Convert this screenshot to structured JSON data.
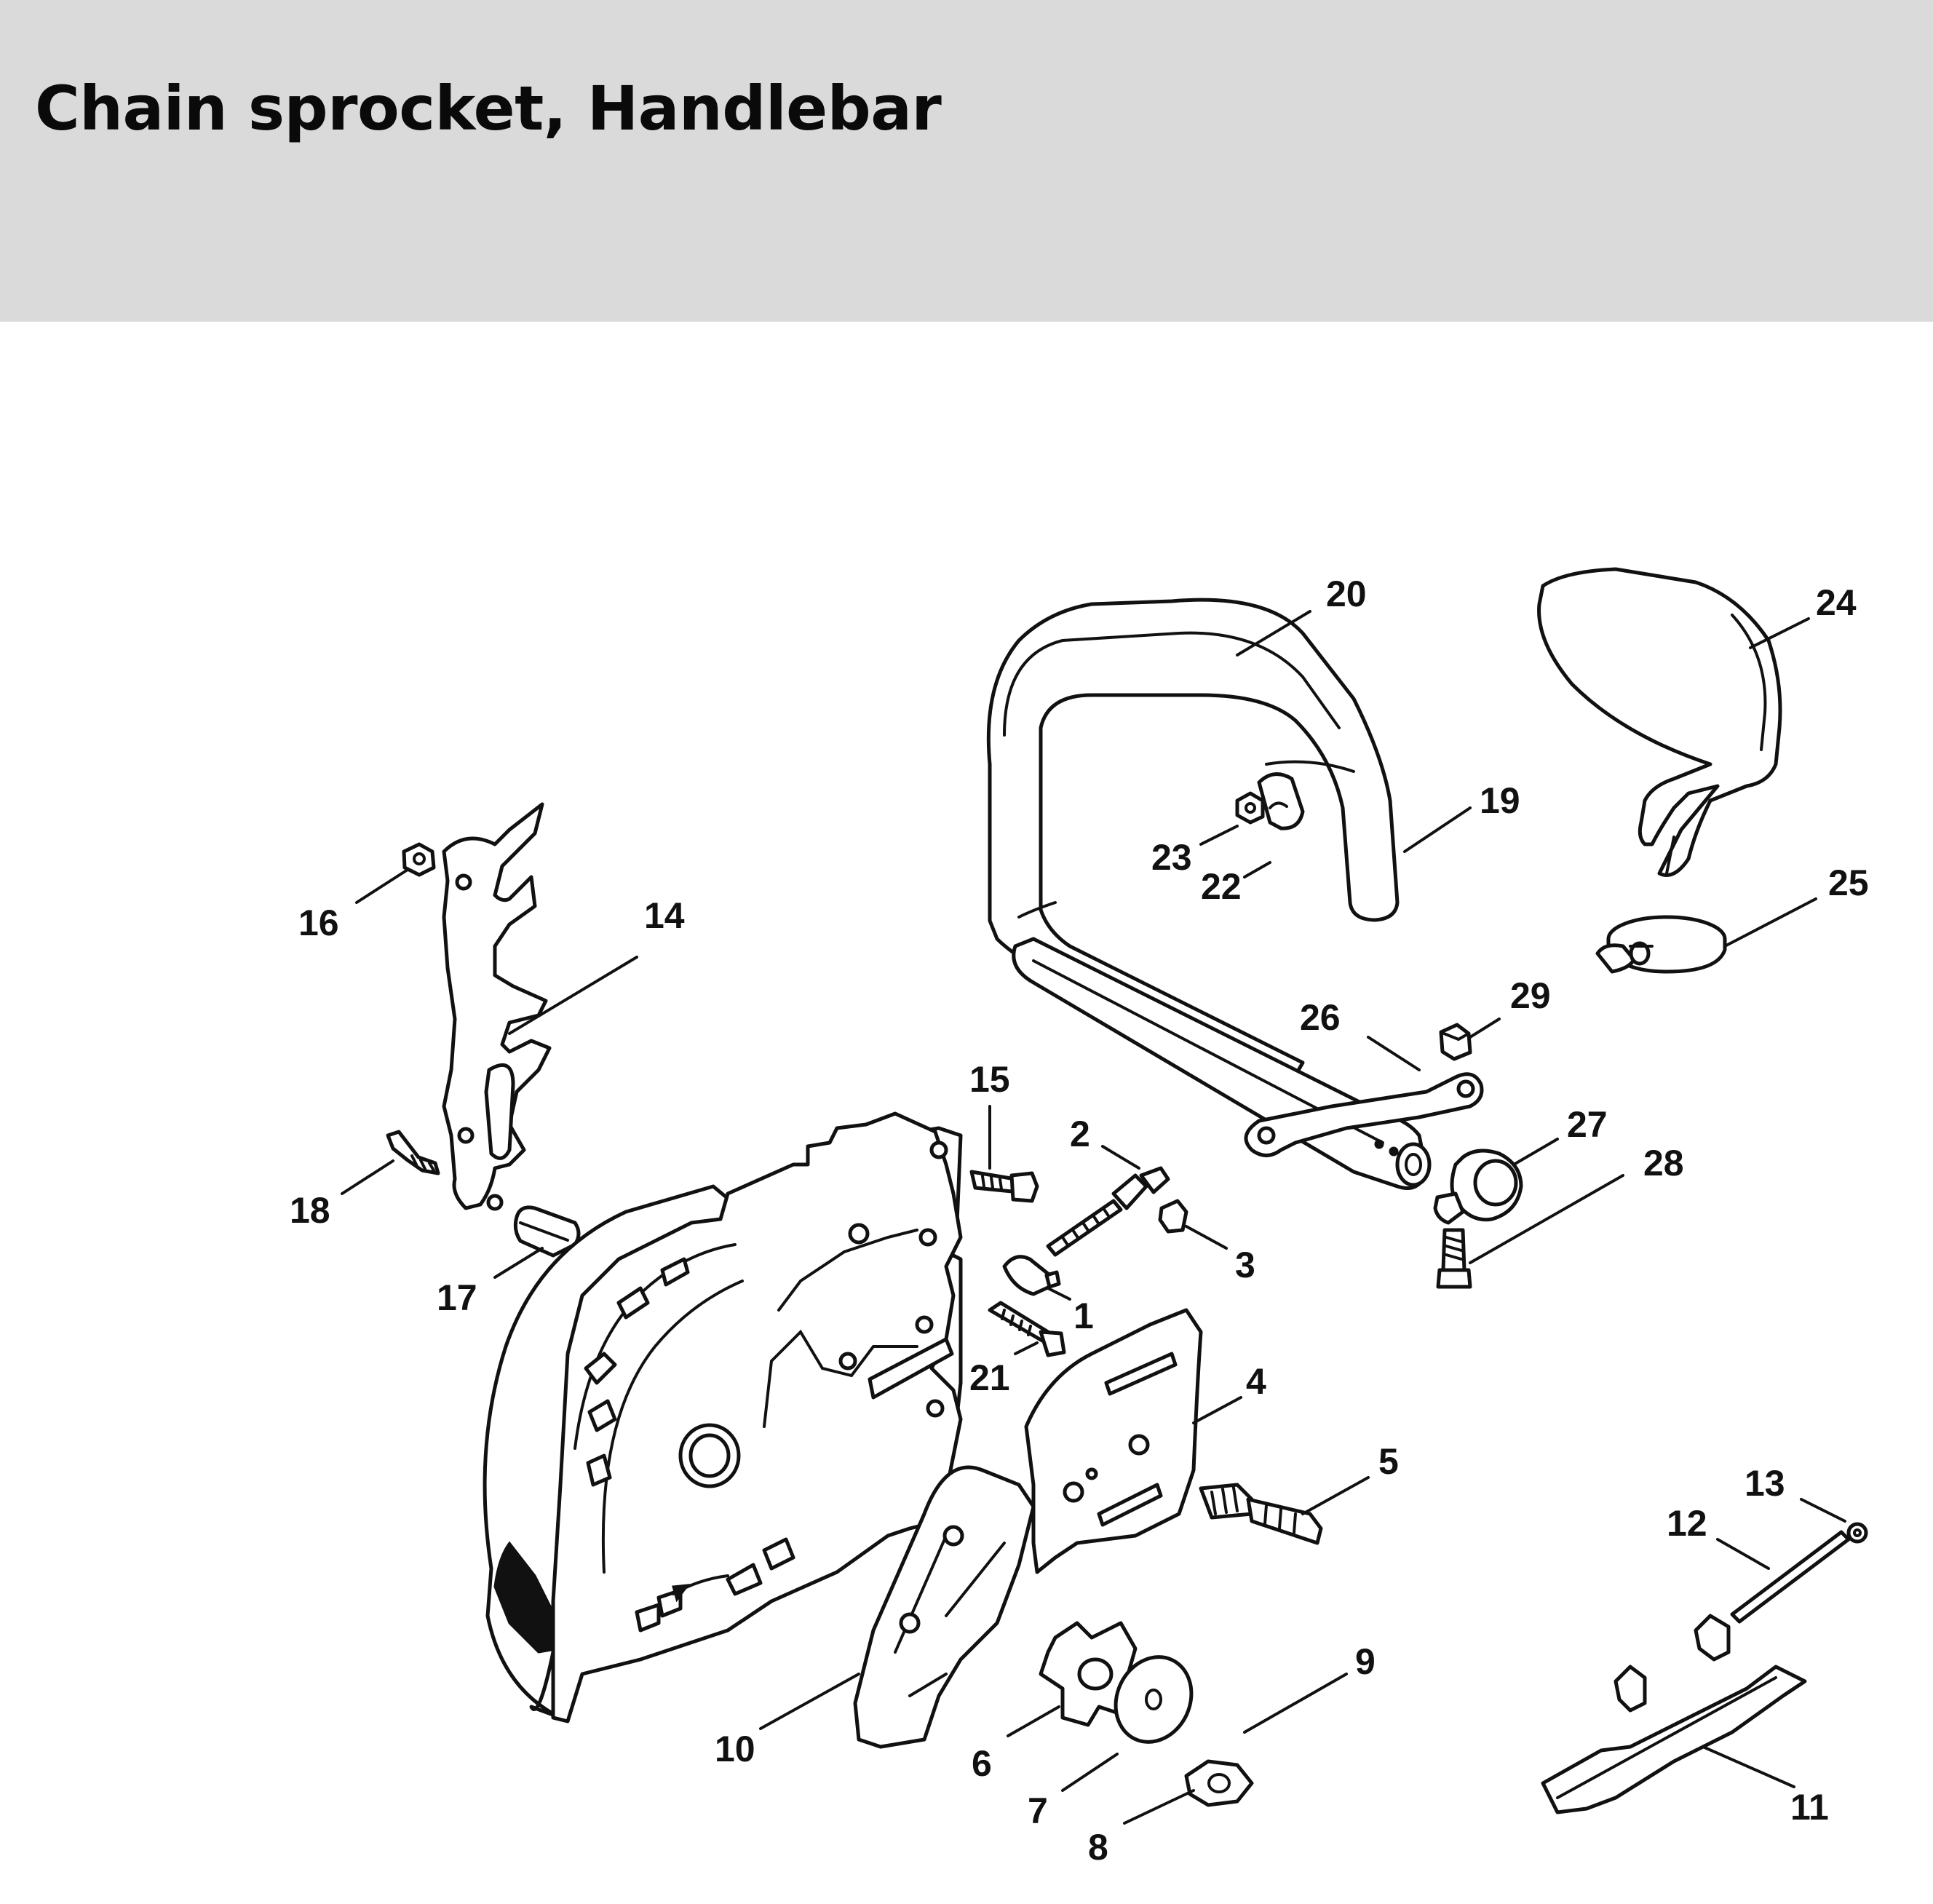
{
  "title": "Chain sprocket, Handlebar",
  "callouts": {
    "c1": "1",
    "c2": "2",
    "c3": "3",
    "c4": "4",
    "c5": "5",
    "c6": "6",
    "c7": "7",
    "c8": "8",
    "c9": "9",
    "c10": "10",
    "c11": "11",
    "c12": "12",
    "c13": "13",
    "c14": "14",
    "c15": "15",
    "c16": "16",
    "c17": "17",
    "c18": "18",
    "c19": "19",
    "c20": "20",
    "c21": "21",
    "c22": "22",
    "c23": "23",
    "c24": "24",
    "c25": "25",
    "c26": "26",
    "c27": "27",
    "c28": "28",
    "c29": "29"
  }
}
